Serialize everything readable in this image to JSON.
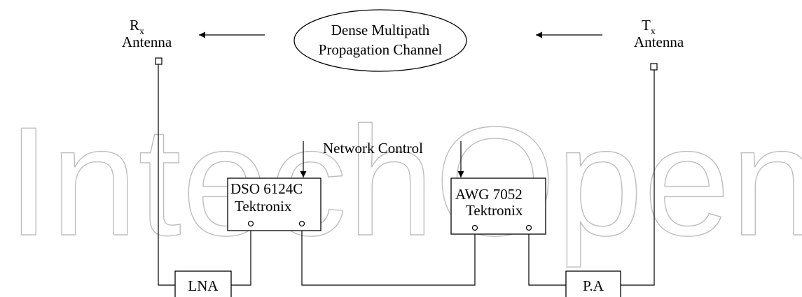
{
  "watermark": "IntechOpen",
  "rx_antenna": {
    "symbol": "R",
    "subscript": "x",
    "label": "Antenna"
  },
  "tx_antenna": {
    "symbol": "T",
    "subscript": "x",
    "label": "Antenna"
  },
  "channel": {
    "line1": "Dense Multipath",
    "line2": "Propagation Channel"
  },
  "network_control": "Network Control",
  "dso": {
    "line1": "DSO 6124C",
    "line2": "Tektronix"
  },
  "awg": {
    "line1": "AWG 7052",
    "line2": "Tektronix"
  },
  "lna": "LNA",
  "pa": "P.A"
}
